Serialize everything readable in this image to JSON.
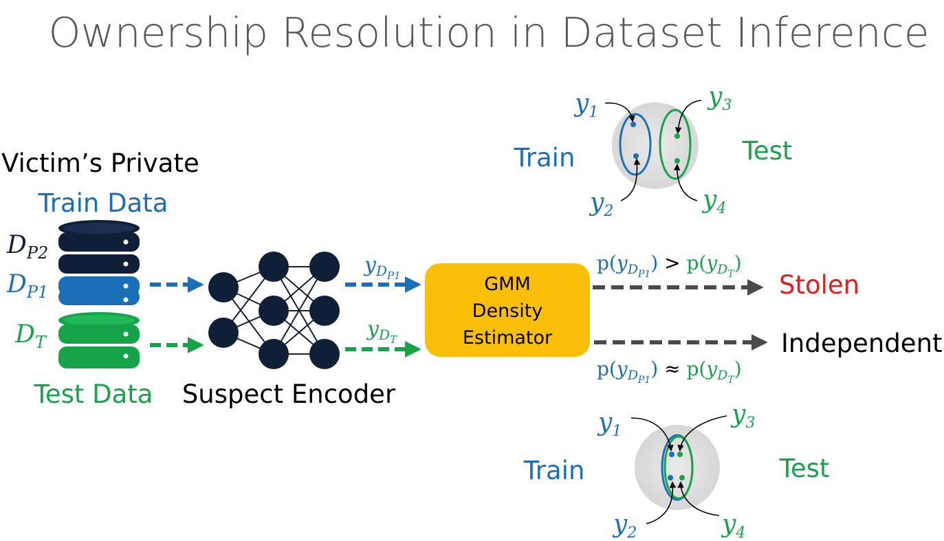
{
  "title": "Ownership Resolution in Dataset Inference",
  "colors": {
    "blue": "#1a6fb8",
    "green": "#16a34a",
    "navy": "#0f1f38",
    "gmm": "#fbbf0a",
    "arrow_gray": "#4b4b4b",
    "stolen_red": "#e11d1d",
    "title_gray": "#595959"
  },
  "left": {
    "victim_label": "Victim’s Private",
    "train_data_label": "Train Data",
    "test_data_label": "Test Data",
    "dp2": {
      "main": "D",
      "sub": "P2"
    },
    "dp1": {
      "main": "D",
      "sub": "P1"
    },
    "dt": {
      "main": "D",
      "sub": "T"
    }
  },
  "encoder": {
    "label": "Suspect Encoder"
  },
  "embeddings": {
    "y_dp1": {
      "main": "y",
      "sub": "D",
      "subsub": "P1"
    },
    "y_dt": {
      "main": "y",
      "sub": "D",
      "subsub": "T"
    }
  },
  "gmm": {
    "line1": "GMM",
    "line2": "Density",
    "line3": "Estimator"
  },
  "outcomes": {
    "stolen": {
      "label": "Stolen",
      "condition": {
        "p1": "p(",
        "y": "y",
        "sub": "D",
        "subsub": "P1",
        "close": ")",
        "op": " > ",
        "p2": "p(",
        "y2": "y",
        "sub2": "D",
        "subsub2": "T",
        "close2": ")"
      }
    },
    "independent": {
      "label": "Independent",
      "condition": {
        "p1": "p(",
        "y": "y",
        "sub": "D",
        "subsub": "P1",
        "close": ")",
        "op": " ≈ ",
        "p2": "p(",
        "y2": "y",
        "sub2": "D",
        "subsub2": "T",
        "close2": ")"
      }
    }
  },
  "clusters": {
    "top": {
      "train": "Train",
      "test": "Test",
      "y1": "1",
      "y2": "2",
      "y3": "3",
      "y4": "4",
      "y": "y"
    },
    "bottom": {
      "train": "Train",
      "test": "Test",
      "y1": "1",
      "y2": "2",
      "y3": "3",
      "y4": "4",
      "y": "y"
    }
  }
}
